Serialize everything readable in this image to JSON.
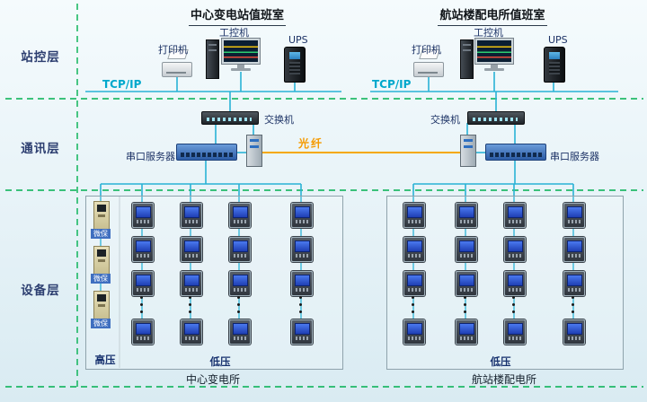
{
  "layers": [
    {
      "label": "站控层"
    },
    {
      "label": "通讯层"
    },
    {
      "label": "设备层"
    }
  ],
  "left_room": {
    "title": "中心变电站值班室",
    "printer": "打印机",
    "workstation": "工控机",
    "ups": "UPS",
    "tcpip": "TCP/IP",
    "switch": "交换机",
    "serial_server": "串口服务器",
    "hv": "高压",
    "lv": "低压",
    "protection": "微保",
    "caption": "中心变电所"
  },
  "right_room": {
    "title": "航站楼配电所值班室",
    "printer": "打印机",
    "workstation": "工控机",
    "ups": "UPS",
    "tcpip": "TCP/IP",
    "switch": "交换机",
    "serial_server": "串口服务器",
    "lv": "低压",
    "caption": "航站楼配电所"
  },
  "fiber": "光纤",
  "colors": {
    "layer_divider": "#00b050",
    "network_line": "#29b2d6",
    "fiber_line": "#f5a800",
    "tcpip_text": "#00a8cc",
    "label_text": "#1d3366"
  }
}
